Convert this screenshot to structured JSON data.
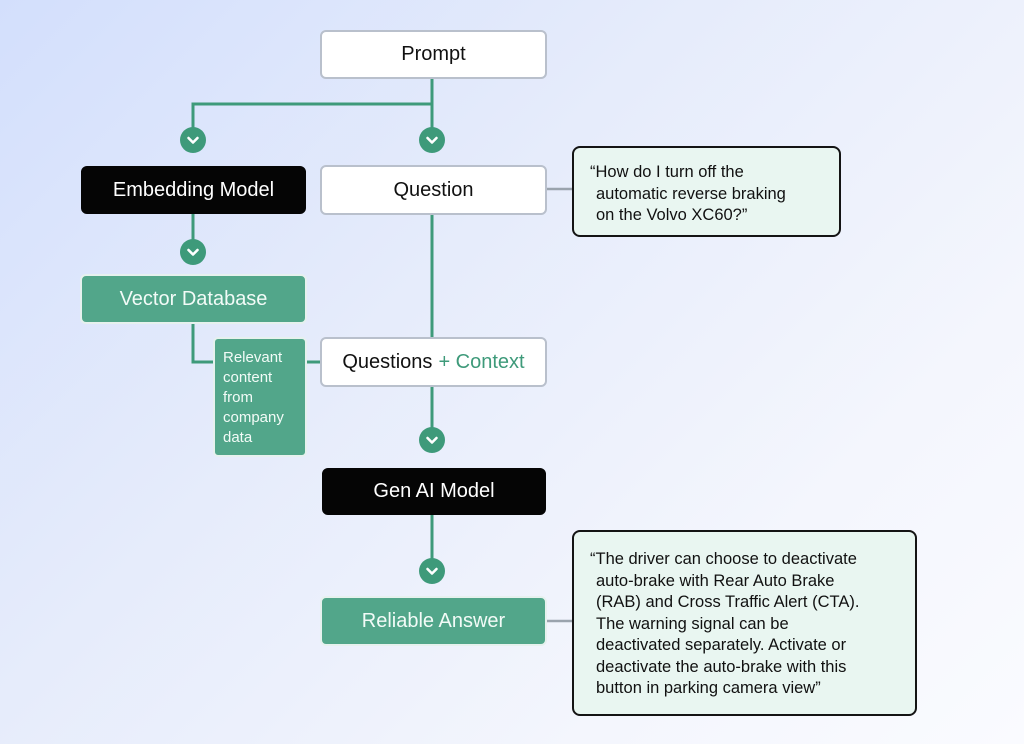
{
  "nodes": {
    "prompt": "Prompt",
    "embedding_model": "Embedding Model",
    "question": "Question",
    "vector_database": "Vector Database",
    "relevant_content": [
      "Relevant",
      "content",
      "from",
      "company",
      "data"
    ],
    "questions_context": {
      "main": "Questions",
      "accent": "+ Context"
    },
    "gen_ai_model": "Gen AI Model",
    "reliable_answer": "Reliable Answer"
  },
  "callouts": {
    "question_example": [
      "“How do I turn off the",
      "automatic reverse braking",
      "on the Volvo XC60?”"
    ],
    "answer_example": [
      "“The driver can choose to deactivate",
      "auto-brake with Rear Auto Brake",
      "(RAB) and Cross Traffic Alert (CTA).",
      "The warning signal can be",
      "deactivated separately. Activate or",
      "deactivate the auto-brake with this",
      "button in parking camera view”"
    ]
  },
  "colors": {
    "connector": "#3e9a7a",
    "green_node": "#52a68a",
    "dark_node": "#050505",
    "callout_bg": "#e9f6f1"
  },
  "icons": {
    "arrow": "chevron-down-icon"
  }
}
